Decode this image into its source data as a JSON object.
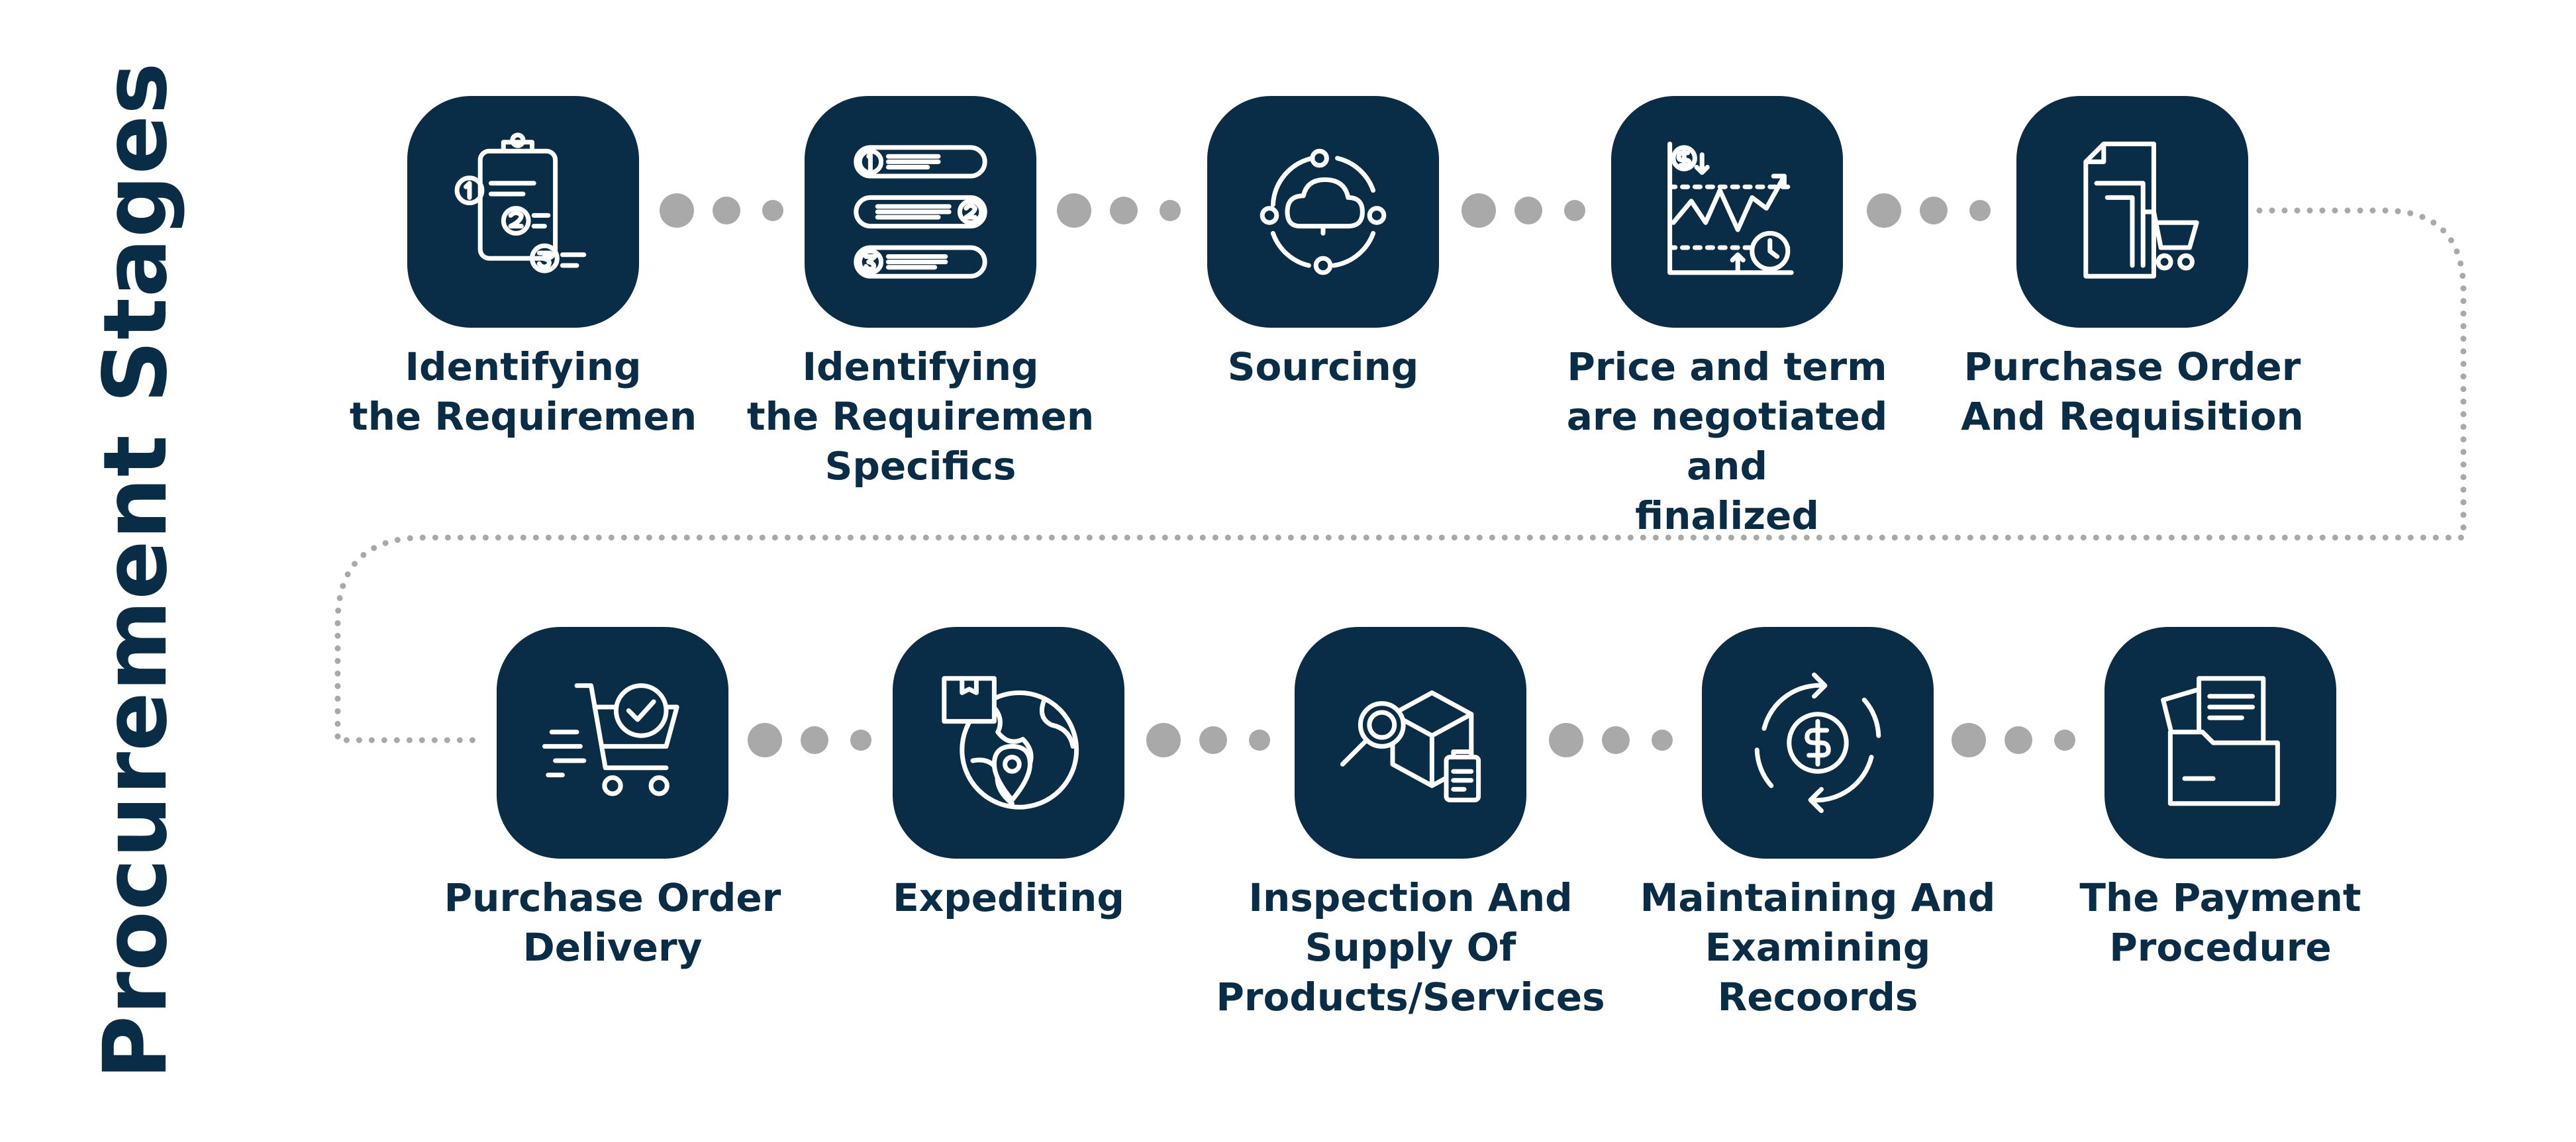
{
  "title": "Procurement Stages",
  "colors": {
    "box": "#0a2d47",
    "text": "#0a2d47",
    "dots": "#a9a9a9",
    "icon": "#ffffff"
  },
  "stages": [
    {
      "icon": "clipboard-checklist-icon",
      "lines": [
        "Identifying",
        "the Requiremen"
      ]
    },
    {
      "icon": "numbered-list-icon",
      "lines": [
        "Identifying",
        "the Requiremen",
        "Specifics"
      ]
    },
    {
      "icon": "cloud-network-icon",
      "lines": [
        "Sourcing"
      ]
    },
    {
      "icon": "price-chart-icon",
      "lines": [
        "Price and term",
        "are negotiated and",
        "finalized"
      ]
    },
    {
      "icon": "document-cart-icon",
      "lines": [
        "Purchase Order",
        "And Requisition"
      ]
    },
    {
      "icon": "cart-check-icon",
      "lines": [
        "Purchase Order",
        "Delivery"
      ]
    },
    {
      "icon": "globe-package-pin-icon",
      "lines": [
        "Expediting"
      ]
    },
    {
      "icon": "inspection-box-icon",
      "lines": [
        "Inspection And",
        "Supply Of",
        "Products/Services"
      ]
    },
    {
      "icon": "dollar-cycle-icon",
      "lines": [
        "Maintaining And",
        "Examining",
        "Recoords"
      ]
    },
    {
      "icon": "folder-documents-icon",
      "lines": [
        "The Payment",
        "Procedure"
      ]
    }
  ]
}
